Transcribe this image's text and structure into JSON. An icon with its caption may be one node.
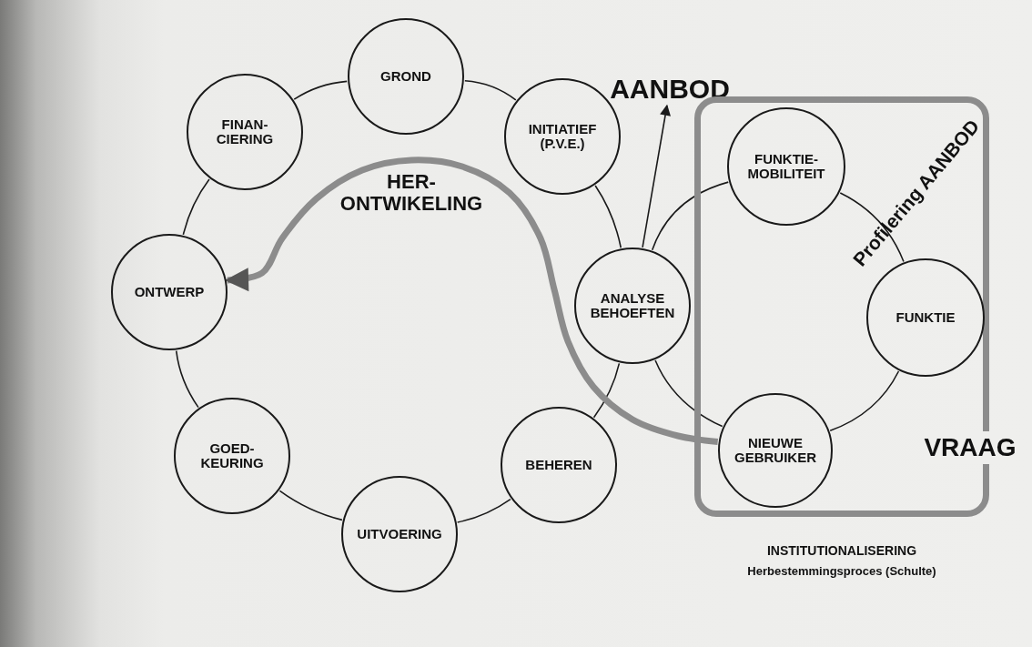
{
  "diagram": {
    "caption": "Herbestemmingsproces (Schulte)",
    "nodes": [
      {
        "text": [
          "AANBOD"
        ]
      },
      {
        "text": [
          "GROND"
        ]
      },
      {
        "text": [
          "FINAN- CIERING"
        ]
      },
      {
        "text": [
          "INITIATIEF (P.V.E.)"
        ]
      },
      {
        "text": [
          "Profilering AANBOD",
          "VRAAG"
        ]
      },
      {
        "text": [
          "FUNKTIE- MOBILITEIT"
        ],
        "in": 4
      },
      {
        "text": [
          "ONTWERP"
        ]
      },
      {
        "text": [
          "ANALYSE BEHOEFTEN"
        ]
      },
      {
        "text": [
          "FUNKTIE"
        ],
        "in": 4
      },
      {
        "text": [
          "GOED- KEURING"
        ]
      },
      {
        "text": [
          "BEHEREN"
        ]
      },
      {
        "text": [
          "NIEUWE GEBRUIKER"
        ],
        "in": 4
      },
      {
        "text": [
          "UITVOERING"
        ]
      }
    ],
    "edges": [
      {
        "from": 1,
        "to": 3,
        "arrow": "none"
      },
      {
        "from": 3,
        "to": 7,
        "arrow": "none"
      },
      {
        "from": 7,
        "to": 10,
        "arrow": "none"
      },
      {
        "from": 10,
        "to": 12,
        "arrow": "none"
      },
      {
        "from": 12,
        "to": 9,
        "arrow": "none"
      },
      {
        "from": 9,
        "to": 6,
        "arrow": "none"
      },
      {
        "from": 6,
        "to": 2,
        "arrow": "none"
      },
      {
        "from": 2,
        "to": 1,
        "arrow": "none"
      },
      {
        "from": 7,
        "to": 5,
        "arrow": "none"
      },
      {
        "from": 5,
        "to": 8,
        "arrow": "none"
      },
      {
        "from": 8,
        "to": 11,
        "arrow": "none"
      },
      {
        "from": 11,
        "to": 7,
        "arrow": "none"
      },
      {
        "from": 7,
        "to": 0,
        "arrow": "to"
      },
      {
        "from": 11,
        "to": 6,
        "arrow": "to",
        "style": "thick",
        "color": "#8c8c8c"
      }
    ],
    "labels": [
      "HER- ONTWIKELING",
      "INSTITUTIONALISERING"
    ]
  }
}
